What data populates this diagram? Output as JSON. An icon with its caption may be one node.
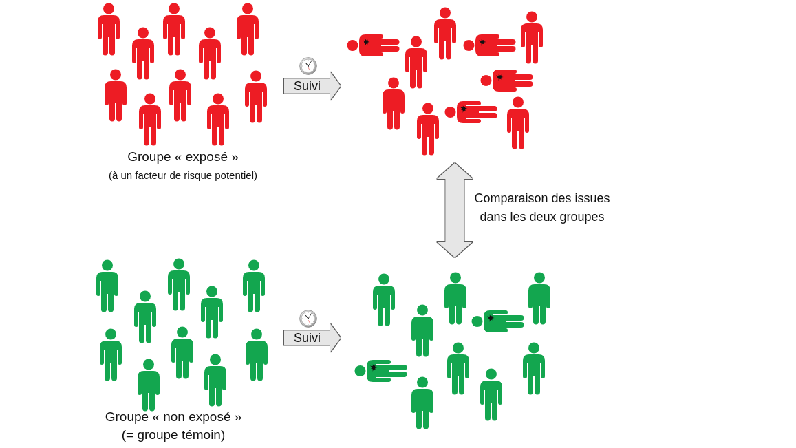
{
  "diagram": {
    "nodes": [
      {
        "text": [
          "Groupe « exposé »",
          "(à un facteur de risque potentiel)"
        ]
      },
      {
        "text": [],
        "shape": "person"
      },
      {
        "text": [
          "Groupe « non exposé »",
          "(= groupe témoin)"
        ]
      },
      {
        "text": [],
        "shape": "person"
      }
    ],
    "edges": [
      {
        "from": 0,
        "to": 1,
        "arrow": "to",
        "label": "Suivi"
      },
      {
        "from": 2,
        "to": 3,
        "arrow": "to",
        "label": "Suivi"
      },
      {
        "from": 1,
        "to": 3,
        "arrow": "both",
        "label": "Comparaison des issues dans les deux groupes"
      }
    ]
  }
}
